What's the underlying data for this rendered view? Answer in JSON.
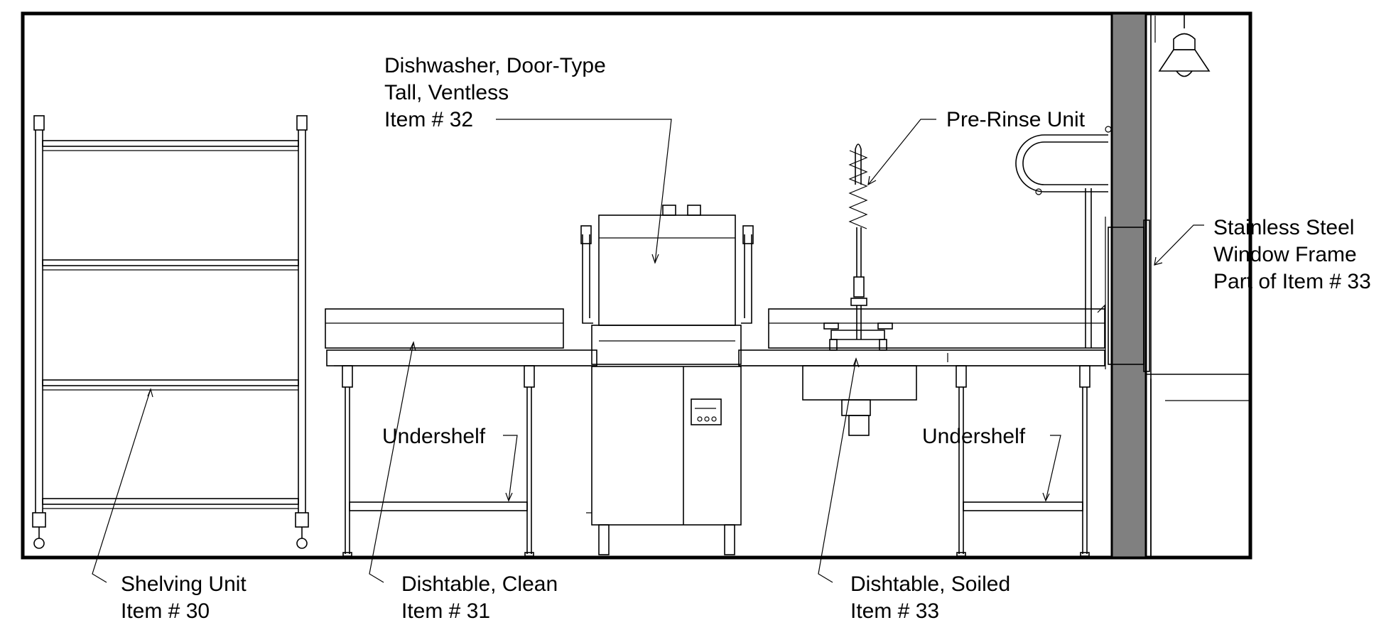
{
  "labels": {
    "dishwasher": [
      "Dishwasher, Door-Type",
      "Tall, Ventless",
      "Item # 32"
    ],
    "prerinse": [
      "Pre-Rinse Unit"
    ],
    "window": [
      "Stainless Steel",
      "Window Frame",
      "Part of Item # 33"
    ],
    "undershelf_left": [
      "Undershelf"
    ],
    "undershelf_right": [
      "Undershelf"
    ],
    "shelving": [
      "Shelving Unit",
      "Item # 30"
    ],
    "clean_table": [
      "Dishtable, Clean",
      "Item # 31"
    ],
    "soiled_table": [
      "Dishtable, Soiled",
      "Item # 33"
    ]
  },
  "colors": {
    "line": "#000000",
    "wall": "#808080",
    "background": "#ffffff"
  }
}
